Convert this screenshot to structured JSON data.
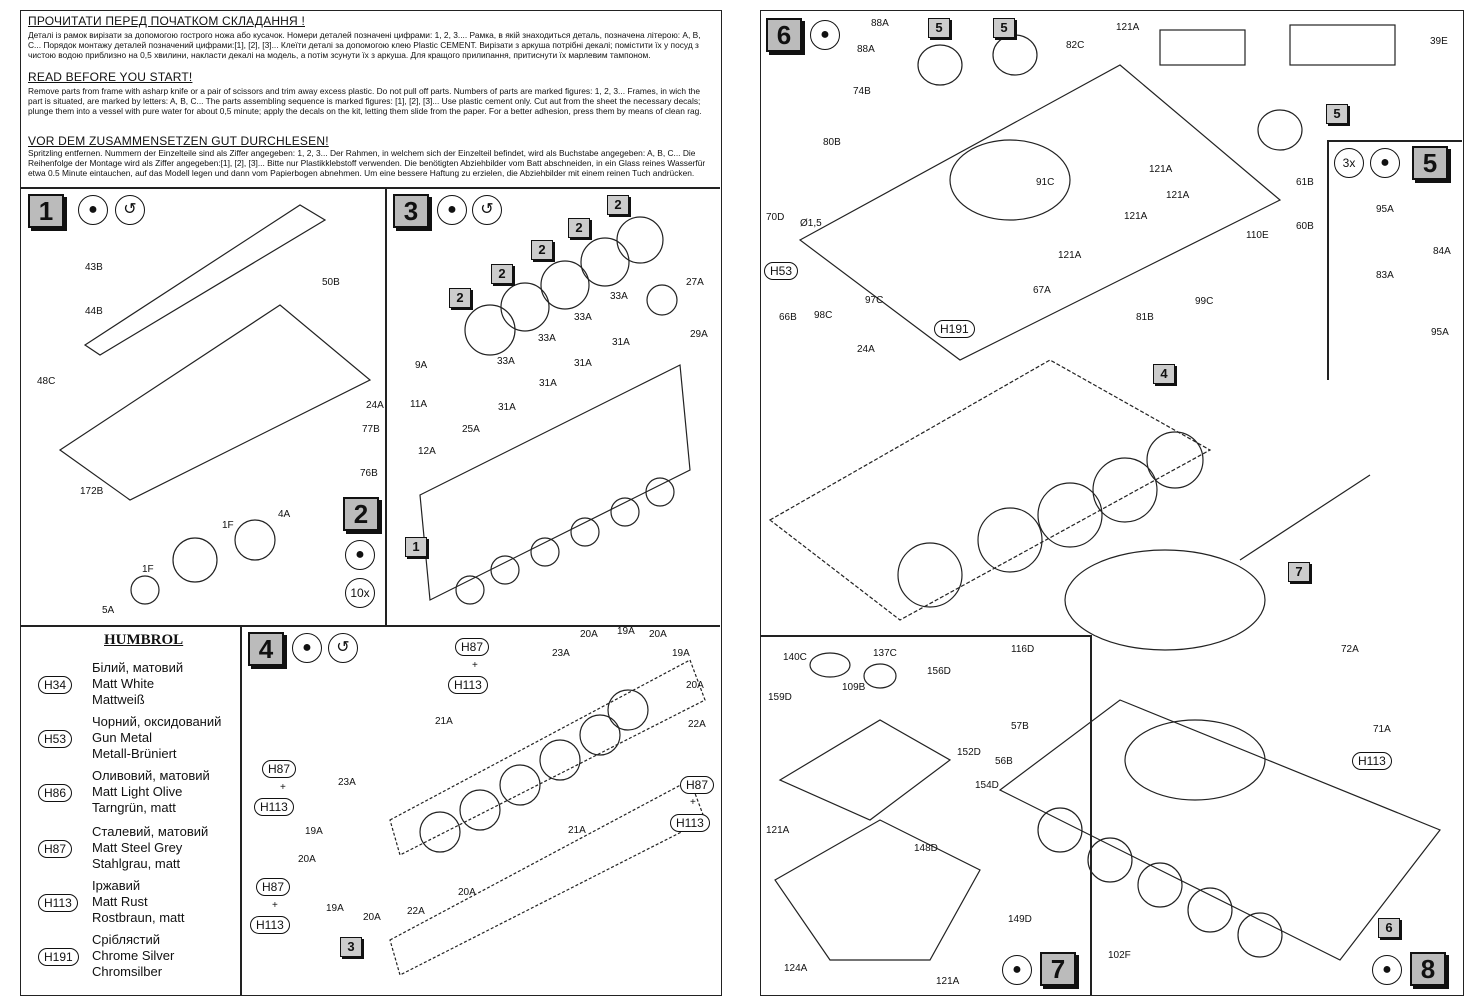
{
  "instructions": {
    "ua_title": "ПРОЧИТАТИ ПЕРЕД ПОЧАТКОМ СКЛАДАННЯ !",
    "ua_text": "Деталі із рамок вирізати за допомогою гострого ножа або кусачок. Номери деталей позначені цифрами: 1, 2, 3.... Рамка, в якій знаходиться деталь, позначена літерою: А, В, С... Порядок монтажу деталей позначений цифрами:[1], [2], [3]... Клеїти деталі за допомогою клею Plastic CEMENT. Вирізати з аркуша потрібні декалі; помістити їх у посуд з чистою водою приблизно на 0,5 хвилини, накласти декалі на модель, а потім зсунути їх з аркуша. Для кращого прилипання, притиснути їх марлевим тампоном.",
    "en_title": "READ BEFORE YOU START!",
    "en_text": "Remove parts from frame with asharp knife or a pair of scissors and trim away excess plastic. Do not pull off parts. Numbers of parts are marked figures: 1, 2, 3... Frames, in wich the part is situated, are marked by letters: A, B, C... The parts assembling sequence is marked figures: [1], [2], [3]... Use plastic cement only. Cut aut from the sheet the necessary decals; plunge them into a vessel with pure water for about 0,5 minute; apply the decals on the kit, letting them slide from the paper. For a better adhesion, press them by means of clean rag.",
    "de_title": "VOR DEM ZUSAMMENSETZEN GUT DURCHLESEN!",
    "de_text": "Spritzling entfernen. Nummern der Einzelteile sind als Ziffer angegeben: 1, 2, 3... Der Rahmen, in welchem sich der Einzelteil befindet, wird als Buchstabe angegeben: A, B, C... Die Reihenfolge der Montage wird als Ziffer angegeben:[1], [2], [3]... Bitte nur Plastikklebstoff verwenden. Die benötigten Abziehbilder vom Batt abschneiden, in ein Glass reines Wasserfür etwa 0.5 Minute eintauchen, auf das Modell legen und dann vom Papierbogen abnehmen. Um eine bessere Haftung zu erzielen, die Abziehbilder mit einem reinen Tuch andrücken."
  },
  "steps": {
    "s1": "1",
    "s2": "2",
    "s3": "3",
    "s4": "4",
    "s5": "5",
    "s6": "6",
    "s7": "7",
    "s8": "8",
    "s2_qty": "10x",
    "s5_qty": "3x"
  },
  "small_badges": [
    "2",
    "2",
    "2",
    "2",
    "2",
    "1",
    "3",
    "5",
    "5",
    "5",
    "4",
    "7",
    "6"
  ],
  "part_labels": [
    "43B",
    "44B",
    "50B",
    "48C",
    "24A",
    "77B",
    "76B",
    "172B",
    "1F",
    "4A",
    "1F",
    "5A",
    "9A",
    "11A",
    "12A",
    "25A",
    "33A",
    "31A",
    "33A",
    "31A",
    "33A",
    "31A",
    "33A",
    "31A",
    "27A",
    "29A",
    "23A",
    "20A",
    "19A",
    "20A",
    "19A",
    "20A",
    "22A",
    "21A",
    "23A",
    "19A",
    "20A",
    "19A",
    "20A",
    "22A",
    "20A",
    "21A",
    "88A",
    "88A",
    "74B",
    "82C",
    "121A",
    "39E",
    "80B",
    "91C",
    "121A",
    "121A",
    "121A",
    "61B",
    "60B",
    "110E",
    "70D",
    "Ø1,5",
    "121A",
    "67A",
    "66B",
    "98C",
    "97C",
    "99C",
    "81B",
    "24A",
    "95A",
    "84A",
    "83A",
    "95A",
    "140C",
    "137C",
    "116D",
    "156D",
    "109B",
    "159D",
    "152D",
    "154D",
    "148D",
    "121A",
    "149D",
    "124A",
    "121A",
    "72A",
    "57B",
    "56B",
    "71A",
    "102F"
  ],
  "paint_callouts": [
    "H87",
    "+",
    "H113",
    "H87",
    "+",
    "H113",
    "H87",
    "+",
    "H113",
    "H87",
    "+",
    "H113",
    "H53",
    "H191",
    "H113"
  ],
  "humbrol": {
    "title": "HUMBROL",
    "paints": [
      {
        "code": "H34",
        "ua": "Білий, матовий",
        "en": "Matt White",
        "de": "Mattweiß"
      },
      {
        "code": "H53",
        "ua": "Чорний, оксидований",
        "en": "Gun Metal",
        "de": "Metall-Brüniert"
      },
      {
        "code": "H86",
        "ua": "Оливовий, матовий",
        "en": "Matt Light Olive",
        "de": "Tarngrün, matt"
      },
      {
        "code": "H87",
        "ua": "Сталевий, матовий",
        "en": "Matt Steel Grey",
        "de": "Stahlgrau, matt"
      },
      {
        "code": "H113",
        "ua": "Іржавий",
        "en": "Matt Rust",
        "de": "Rostbraun, matt"
      },
      {
        "code": "H191",
        "ua": "Сріблястий",
        "en": "Chrome Silver",
        "de": "Chromsilber"
      }
    ]
  }
}
